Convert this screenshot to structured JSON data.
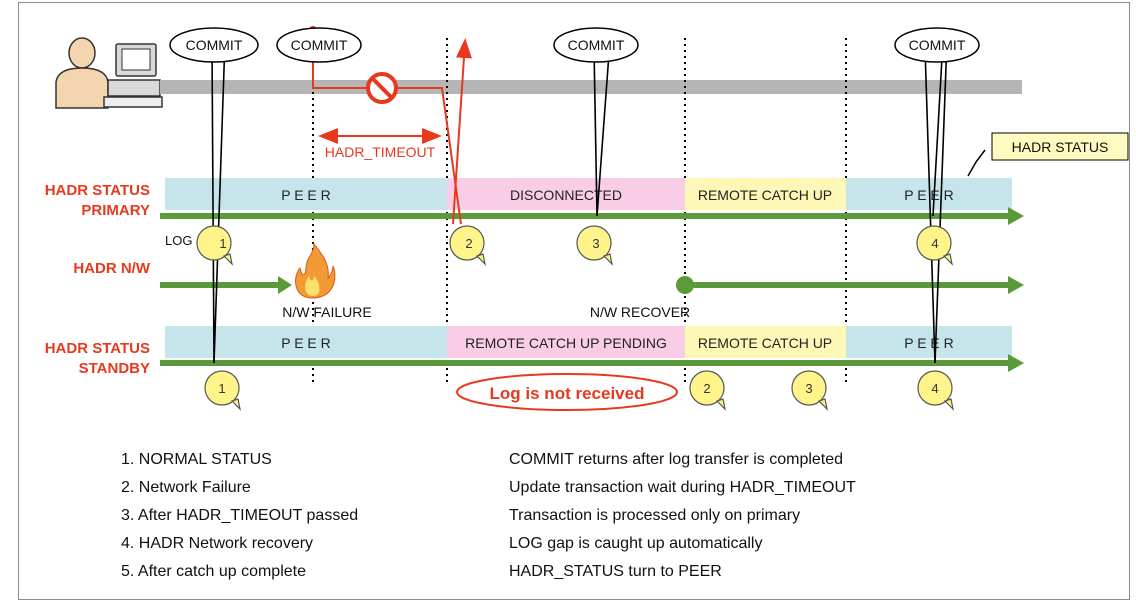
{
  "commit_label": "COMMIT",
  "timeout_label": "HADR_TIMEOUT",
  "hadr_status_callout": "HADR STATUS",
  "row_labels": {
    "primary_line1": "HADR STATUS",
    "primary_line2": "PRIMARY",
    "network": "HADR N/W",
    "standby_line1": "HADR STATUS",
    "standby_line2": "STANDBY",
    "log": "LOG"
  },
  "primary_segments": [
    "P E E R",
    "DISCONNECTED",
    "REMOTE CATCH UP",
    "P E E R"
  ],
  "standby_segments": [
    "P E E R",
    "REMOTE CATCH UP PENDING",
    "REMOTE CATCH UP",
    "P E E R"
  ],
  "network_events": {
    "failure": "N/W FAILURE",
    "recover": "N/W RECOVER"
  },
  "log_not_received": "Log is not received",
  "primary_markers": [
    "1",
    "2",
    "3",
    "4"
  ],
  "standby_markers": [
    "1",
    "2",
    "3",
    "4"
  ],
  "colors": {
    "peer": "#c5e5ea",
    "disconnected": "#f9cde6",
    "catchup": "#fdf8b5",
    "arrow": "#5a9a3a",
    "red": "#e8391e",
    "marker": "#fef48a",
    "gray_bar": "#b5b5b5"
  },
  "legend": [
    {
      "step": "1. NORMAL STATUS",
      "desc": "COMMIT returns after log transfer is completed"
    },
    {
      "step": "2. Network Failure",
      "desc": "Update transaction wait during HADR_TIMEOUT"
    },
    {
      "step": "3. After HADR_TIMEOUT passed",
      "desc": "Transaction is processed only on primary"
    },
    {
      "step": "4. HADR Network recovery",
      "desc": "LOG gap is caught up automatically"
    },
    {
      "step": "5. After catch up complete",
      "desc": "HADR_STATUS turn to PEER"
    }
  ]
}
